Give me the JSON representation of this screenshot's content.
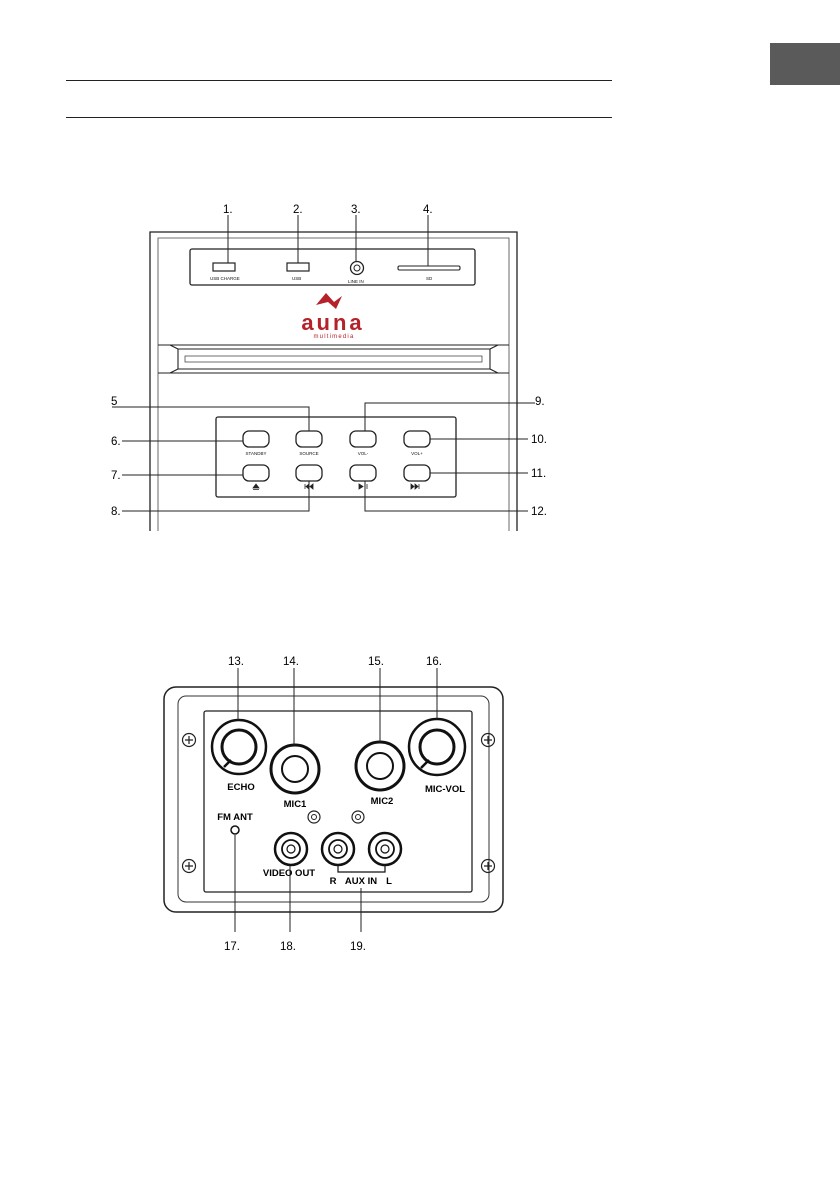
{
  "page": {
    "language_tab_color": "#5a5a5a"
  },
  "brand": {
    "logo_text": "auna",
    "logo_sub": "multimedia",
    "logo_color": "#b5222a"
  },
  "front_panel": {
    "callouts": {
      "c1": "1.",
      "c2": "2.",
      "c3": "3.",
      "c4": "4.",
      "c5": "5",
      "c6": "6.",
      "c7": "7.",
      "c8": "8.",
      "c9": "9.",
      "c10": "10.",
      "c11": "11.",
      "c12": "12."
    },
    "port_labels": {
      "usb_charge": "USB CHARGE",
      "usb": "USB",
      "line_in": "LINE IN",
      "sd": "SD"
    },
    "button_labels": {
      "standby": "STANDBY",
      "source": "SOURCE",
      "vol_down": "VOL-",
      "vol_up": "VOL+"
    },
    "button_icons": {
      "eject": "eject-icon",
      "prev": "skip-back-icon",
      "play_pause": "play-pause-icon",
      "next": "skip-forward-icon"
    }
  },
  "rear_panel": {
    "callouts": {
      "c13": "13.",
      "c14": "14.",
      "c15": "15.",
      "c16": "16.",
      "c17": "17.",
      "c18": "18.",
      "c19": "19."
    },
    "labels": {
      "echo": "ECHO",
      "mic1": "MIC1",
      "mic2": "MIC2",
      "mic_vol": "MIC-VOL",
      "fm_ant": "FM ANT",
      "video_out": "VIDEO OUT",
      "aux_r": "R",
      "aux_in": "AUX IN",
      "aux_l": "L"
    }
  }
}
